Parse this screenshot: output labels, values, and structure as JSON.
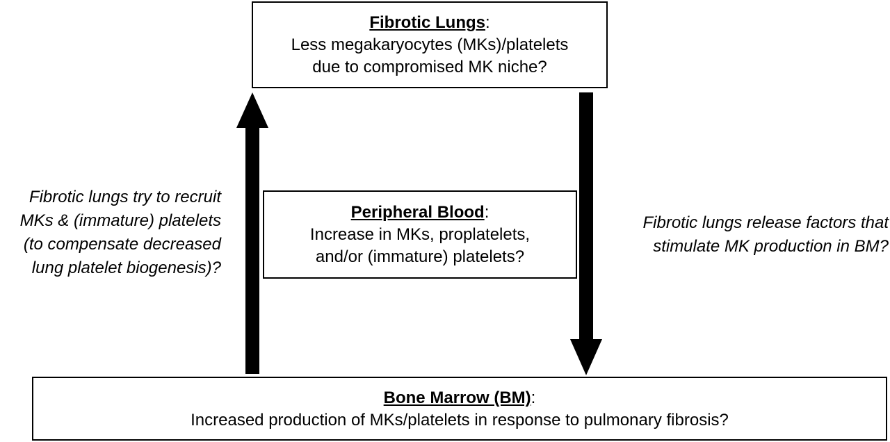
{
  "fibrotic_lungs": {
    "title": "Fibrotic Lungs",
    "colon": ":",
    "lines": [
      "Less megakaryocytes (MKs)/platelets",
      "due to compromised MK niche?"
    ]
  },
  "peripheral_blood": {
    "title": "Peripheral Blood",
    "colon": ":",
    "lines": [
      "Increase in MKs, proplatelets,",
      "and/or (immature) platelets?"
    ]
  },
  "bone_marrow": {
    "title": "Bone Marrow (BM)",
    "colon": ":",
    "lines": [
      "Increased production of MKs/platelets in response to pulmonary fibrosis?"
    ]
  },
  "left_annotation": {
    "lines": [
      "Fibrotic lungs try to recruit",
      "MKs & (immature) platelets",
      "(to compensate decreased",
      "lung platelet biogenesis)?"
    ]
  },
  "right_annotation": {
    "lines": [
      "Fibrotic lungs release factors that",
      "stimulate MK production in BM?"
    ]
  },
  "arrows": {
    "up_arrow": "from bone marrow to fibrotic lungs",
    "down_arrow": "from fibrotic lungs to bone marrow",
    "color": "#000000"
  }
}
